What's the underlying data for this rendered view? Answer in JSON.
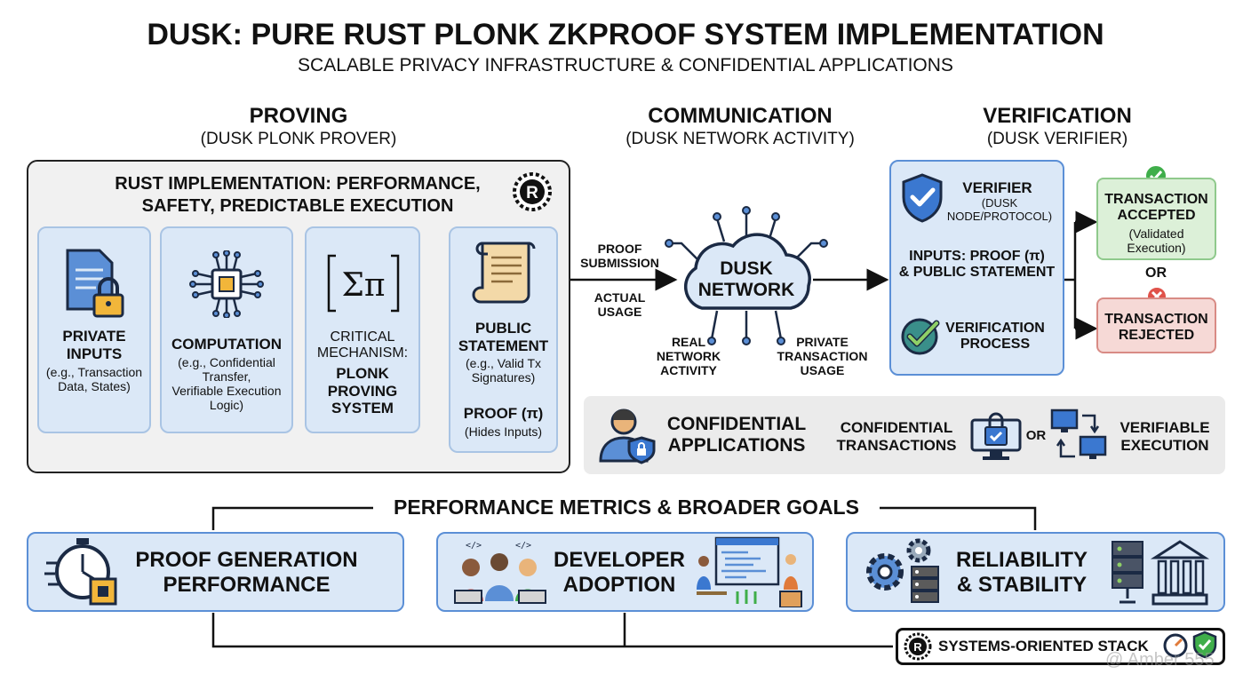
{
  "title": "DUSK: PURE RUST PLONK ZKPROOF SYSTEM IMPLEMENTATION",
  "subtitle": "SCALABLE PRIVACY INFRASTRUCTURE & CONFIDENTIAL APPLICATIONS",
  "sections": {
    "proving": {
      "heading": "PROVING",
      "sub": "(DUSK PLONK PROVER)"
    },
    "communication": {
      "heading": "COMMUNICATION",
      "sub": "(DUSK NETWORK ACTIVITY)"
    },
    "verification": {
      "heading": "VERIFICATION",
      "sub": "(DUSK VERIFIER)"
    }
  },
  "rust_panel": {
    "title_line1": "RUST IMPLEMENTATION: PERFORMANCE,",
    "title_line2": "SAFETY, PREDICTABLE EXECUTION",
    "logo_letter": "R",
    "private_inputs": {
      "l1": "PRIVATE",
      "l2": "INPUTS",
      "d1": "(e.g., Transaction",
      "d2": "Data, States)"
    },
    "computation": {
      "l1": "COMPUTATION",
      "d1": "(e.g., Confidential",
      "d2": "Transfer,",
      "d3": "Verifiable Execution",
      "d4": "Logic)"
    },
    "mechanism": {
      "symbol": "Σπ",
      "l1": "CRITICAL",
      "l2": "MECHANISM:",
      "b1": "PLONK",
      "b2": "PROVING",
      "b3": "SYSTEM"
    },
    "public_statement": {
      "l1": "PUBLIC",
      "l2": "STATEMENT",
      "d1": "(e.g., Valid Tx",
      "d2": "Signatures)",
      "p1": "PROOF (π)",
      "p2": "(Hides Inputs)"
    }
  },
  "network": {
    "proof_submission_1": "PROOF",
    "proof_submission_2": "SUBMISSION",
    "actual_usage_1": "ACTUAL",
    "actual_usage_2": "USAGE",
    "cloud_1": "DUSK",
    "cloud_2": "NETWORK",
    "real_1": "REAL",
    "real_2": "NETWORK",
    "real_3": "ACTIVITY",
    "private_1": "PRIVATE",
    "private_2": "TRANSACTION",
    "private_3": "USAGE"
  },
  "verifier": {
    "l1": "VERIFIER",
    "d1": "(DUSK",
    "d2": "NODE/PROTOCOL)",
    "inputs_1": "INPUTS: PROOF (π)",
    "inputs_2": "& PUBLIC STATEMENT",
    "process_1": "VERIFICATION",
    "process_2": "PROCESS"
  },
  "results": {
    "accepted_1": "TRANSACTION",
    "accepted_2": "ACCEPTED",
    "accepted_d1": "(Validated",
    "accepted_d2": "Execution)",
    "or": "OR",
    "rejected_1": "TRANSACTION",
    "rejected_2": "REJECTED"
  },
  "applications": {
    "l1": "CONFIDENTIAL",
    "l2": "APPLICATIONS",
    "tx_1": "CONFIDENTIAL",
    "tx_2": "TRANSACTIONS",
    "or": "OR",
    "ve_1": "VERIFIABLE",
    "ve_2": "EXECUTION"
  },
  "metrics": {
    "heading": "PERFORMANCE METRICS & BROADER GOALS",
    "proof_gen_1": "PROOF GENERATION",
    "proof_gen_2": "PERFORMANCE",
    "dev_1": "DEVELOPER",
    "dev_2": "ADOPTION",
    "rel_1": "RELIABILITY",
    "rel_2": "& STABILITY"
  },
  "stack": {
    "label": "SYSTEMS-ORIENTED STACK",
    "logo_letter": "R"
  },
  "watermark": "@ Amber 555",
  "colors": {
    "card": "#dbe8f7",
    "accepted": "#dcf0d8",
    "rejected": "#f6d9d6",
    "apps": "#ebebeb"
  }
}
